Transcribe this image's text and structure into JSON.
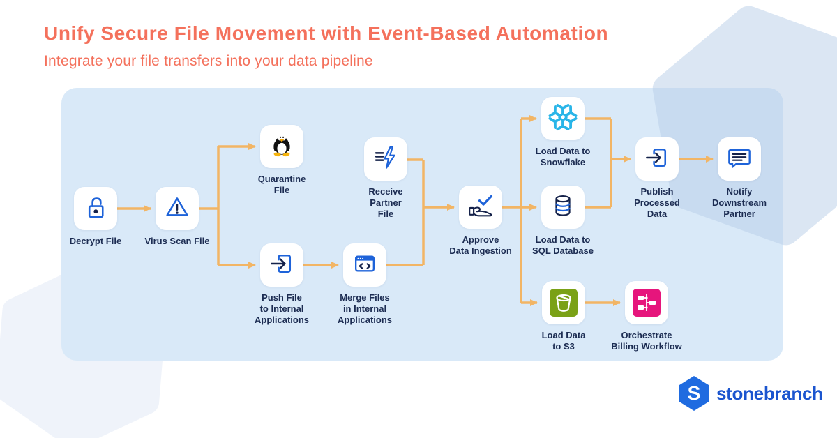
{
  "header": {
    "title": "Unify Secure File Movement with Event-Based Automation",
    "subtitle": "Integrate your file transfers into your data pipeline"
  },
  "diagram": {
    "nodes": [
      {
        "id": "decrypt",
        "label": "Decrypt File",
        "icon": "lock-open-icon"
      },
      {
        "id": "virus-scan",
        "label": "Virus Scan File",
        "icon": "warning-triangle-icon"
      },
      {
        "id": "quarantine",
        "label": "Quarantine\nFile",
        "icon": "linux-tux-icon"
      },
      {
        "id": "push-internal",
        "label": "Push File\nto Internal\nApplications",
        "icon": "import-box-arrow-icon"
      },
      {
        "id": "merge-files",
        "label": "Merge Files\nin Internal\nApplications",
        "icon": "code-window-icon"
      },
      {
        "id": "receive-partner",
        "label": "Receive\nPartner\nFile",
        "icon": "lightning-transfer-icon"
      },
      {
        "id": "approve-ingestion",
        "label": "Approve\nData Ingestion",
        "icon": "hand-check-icon"
      },
      {
        "id": "load-snowflake",
        "label": "Load Data to\nSnowflake",
        "icon": "snowflake-icon"
      },
      {
        "id": "load-sql",
        "label": "Load Data to\nSQL Database",
        "icon": "database-icon"
      },
      {
        "id": "load-s3",
        "label": "Load Data\nto S3",
        "icon": "s3-bucket-icon"
      },
      {
        "id": "publish-data",
        "label": "Publish\nProcessed\nData",
        "icon": "export-box-arrow-icon"
      },
      {
        "id": "notify-partner",
        "label": "Notify\nDownstream\nPartner",
        "icon": "message-bubble-icon"
      },
      {
        "id": "orchestrate-billing",
        "label": "Orchestrate\nBilling Workflow",
        "icon": "workflow-icon"
      }
    ]
  },
  "logo": {
    "mark_letter": "S",
    "name": "stonebranch"
  },
  "colors": {
    "title": "#f4715c",
    "panel": "#d9e9f8",
    "arrow": "#f2b565",
    "icon_blue": "#1e63d9",
    "icon_navy": "#15224a",
    "label": "#1c2c52",
    "snowflake_cyan": "#29b5e8",
    "s3_green": "#7aa116",
    "billing_pink": "#e6157c",
    "logo_blue": "#1f6be0",
    "logo_text_blue": "#1b55cf"
  }
}
